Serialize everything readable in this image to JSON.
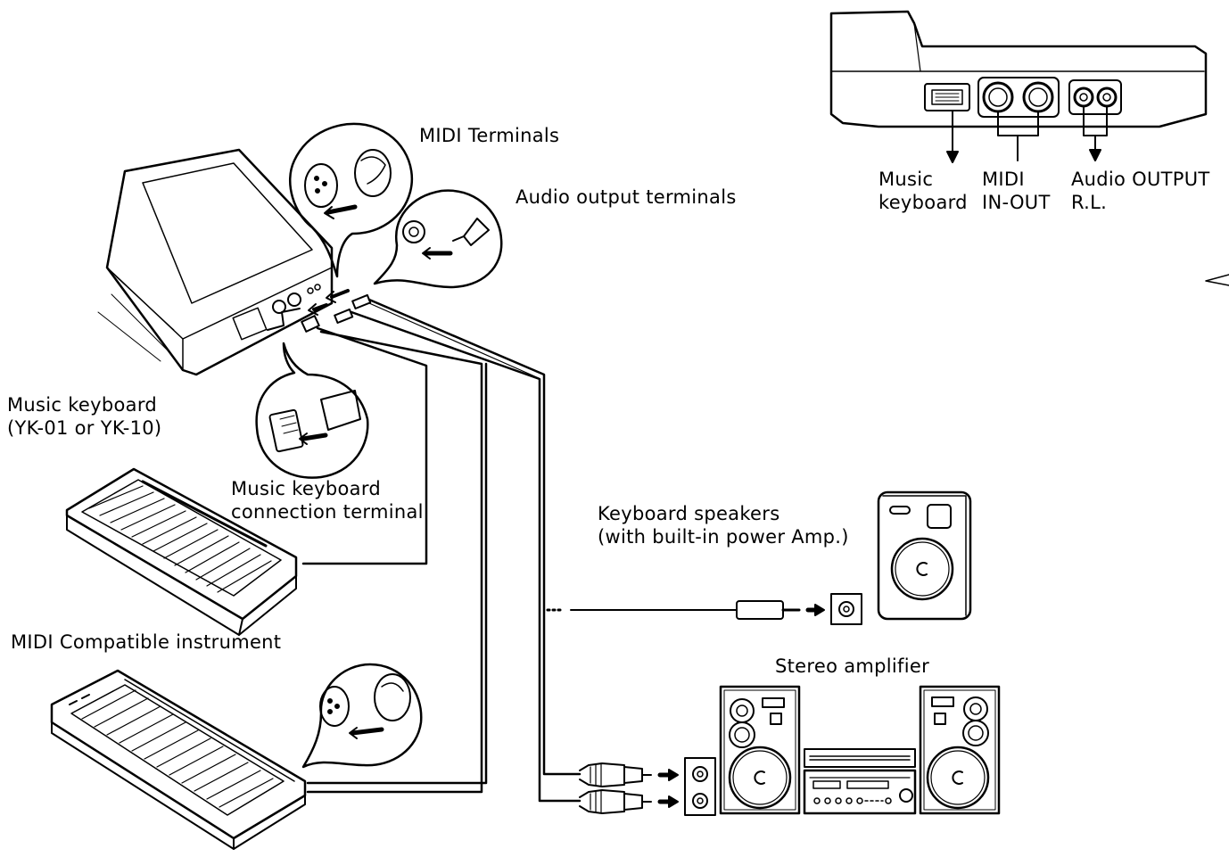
{
  "labels": {
    "midi_terminals": "MIDI Terminals",
    "audio_output_terminals": "Audio output terminals",
    "music_keyboard_line1": "Music keyboard",
    "music_keyboard_line2": "(YK-01 or YK-10)",
    "connection_terminal_line1": "Music keyboard",
    "connection_terminal_line2": "connection terminal",
    "keyboard_speakers_line1": "Keyboard speakers",
    "keyboard_speakers_line2": "(with built-in power Amp.)",
    "midi_instrument": "MIDI Compatible instrument",
    "stereo_amplifier": "Stereo amplifier"
  },
  "rear_panel": {
    "music_keyboard_line1": "Music",
    "music_keyboard_line2": "keyboard",
    "midi_line1": "MIDI",
    "midi_line2": "IN-OUT",
    "audio_line1": "Audio OUTPUT",
    "audio_line2": "R.L."
  }
}
